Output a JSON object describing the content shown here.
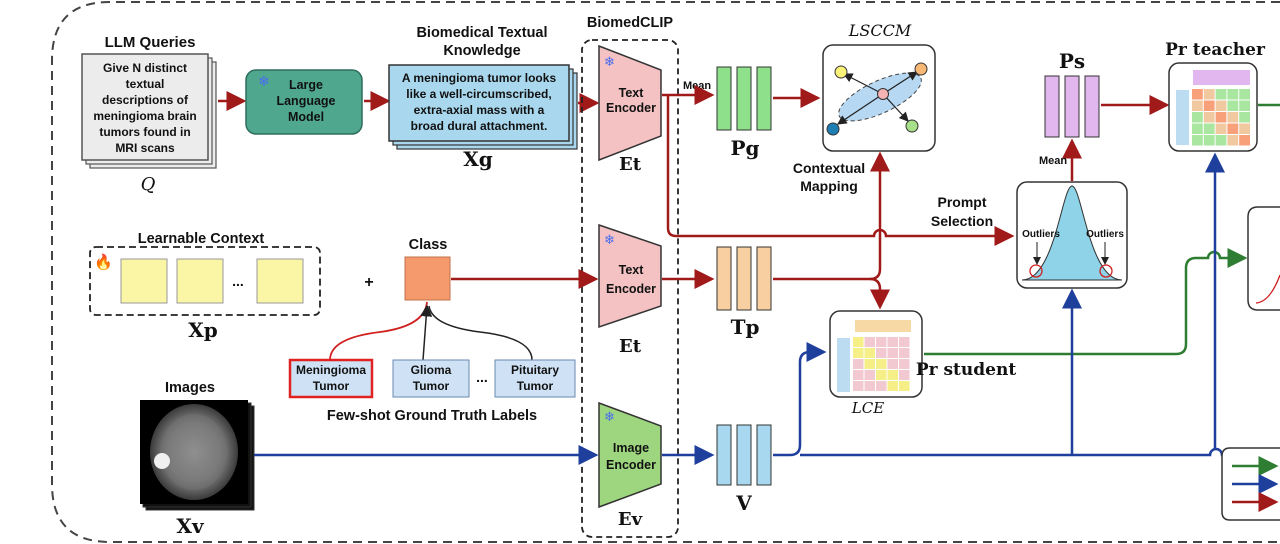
{
  "llm_queries": {
    "title": "LLM Queries",
    "prompt_lines": [
      "Give N distinct",
      "textual",
      "descriptions of",
      "meningioma brain",
      "tumors found in",
      "MRI scans"
    ],
    "symbol": "Q"
  },
  "llm": {
    "lines": [
      "Large",
      "Language",
      "Model"
    ]
  },
  "knowledge": {
    "title_lines": [
      "Biomedical Textual",
      "Knowledge"
    ],
    "text_lines": [
      "A meningioma tumor looks",
      "like a well-circumscribed,",
      "extra-axial mass with a",
      "broad dural attachment."
    ],
    "symbol": "Xg"
  },
  "biomedclip": {
    "title": "BiomedCLIP"
  },
  "encoders": {
    "text_top": {
      "lines": [
        "Text",
        "Encoder"
      ],
      "symbol": "Et"
    },
    "text_mid": {
      "lines": [
        "Text",
        "Encoder"
      ],
      "symbol": "Et"
    },
    "image": {
      "lines": [
        "Image",
        "Encoder"
      ],
      "symbol": "Ev"
    }
  },
  "mean_labels": {
    "top": "Mean",
    "ps": "Mean"
  },
  "features": {
    "pg": "Pg",
    "tp": "Tp",
    "v": "V",
    "ps": "Ps"
  },
  "sccm": {
    "label": "LSCCM"
  },
  "contextual_mapping": {
    "lines": [
      "Contextual",
      "Mapping"
    ]
  },
  "prompt_selection": {
    "lines": [
      "Prompt",
      "Selection"
    ]
  },
  "outliers": {
    "left": "Outliers",
    "right": "Outliers"
  },
  "teacher": {
    "label": "Pr teacher"
  },
  "student": {
    "label": "Pr student"
  },
  "ce": {
    "label": "LCE"
  },
  "learnable": {
    "title": "Learnable Context",
    "ellipsis": "...",
    "symbol": "Xp"
  },
  "plus": "+",
  "class_title": "Class",
  "labels": {
    "meningioma": [
      "Meningioma",
      "Tumor"
    ],
    "glioma": [
      "Glioma",
      "Tumor"
    ],
    "pituitary": [
      "Pituitary",
      "Tumor"
    ],
    "ellipsis": "...",
    "caption": "Few-shot Ground Truth Labels"
  },
  "images": {
    "title": "Images",
    "symbol": "Xv"
  },
  "colors": {
    "red_arrow": "#a11a1a",
    "blue_arrow": "#1f3f9c",
    "green_arrow": "#2e7d32",
    "llm_fill": "#4fa88e",
    "knowledge_fill": "#a9d8ee",
    "text_encoder_fill": "#f4c2c2",
    "image_encoder_fill": "#9ed67f",
    "pg_fill": "#8fe08a",
    "tp_fill": "#f8cfa0",
    "v_fill": "#a8d8f0",
    "ps_fill": "#e2b6ee",
    "class_fill": "#f59a6c",
    "context_fill": "#fbf6a6",
    "highlight_border": "#e02222"
  }
}
